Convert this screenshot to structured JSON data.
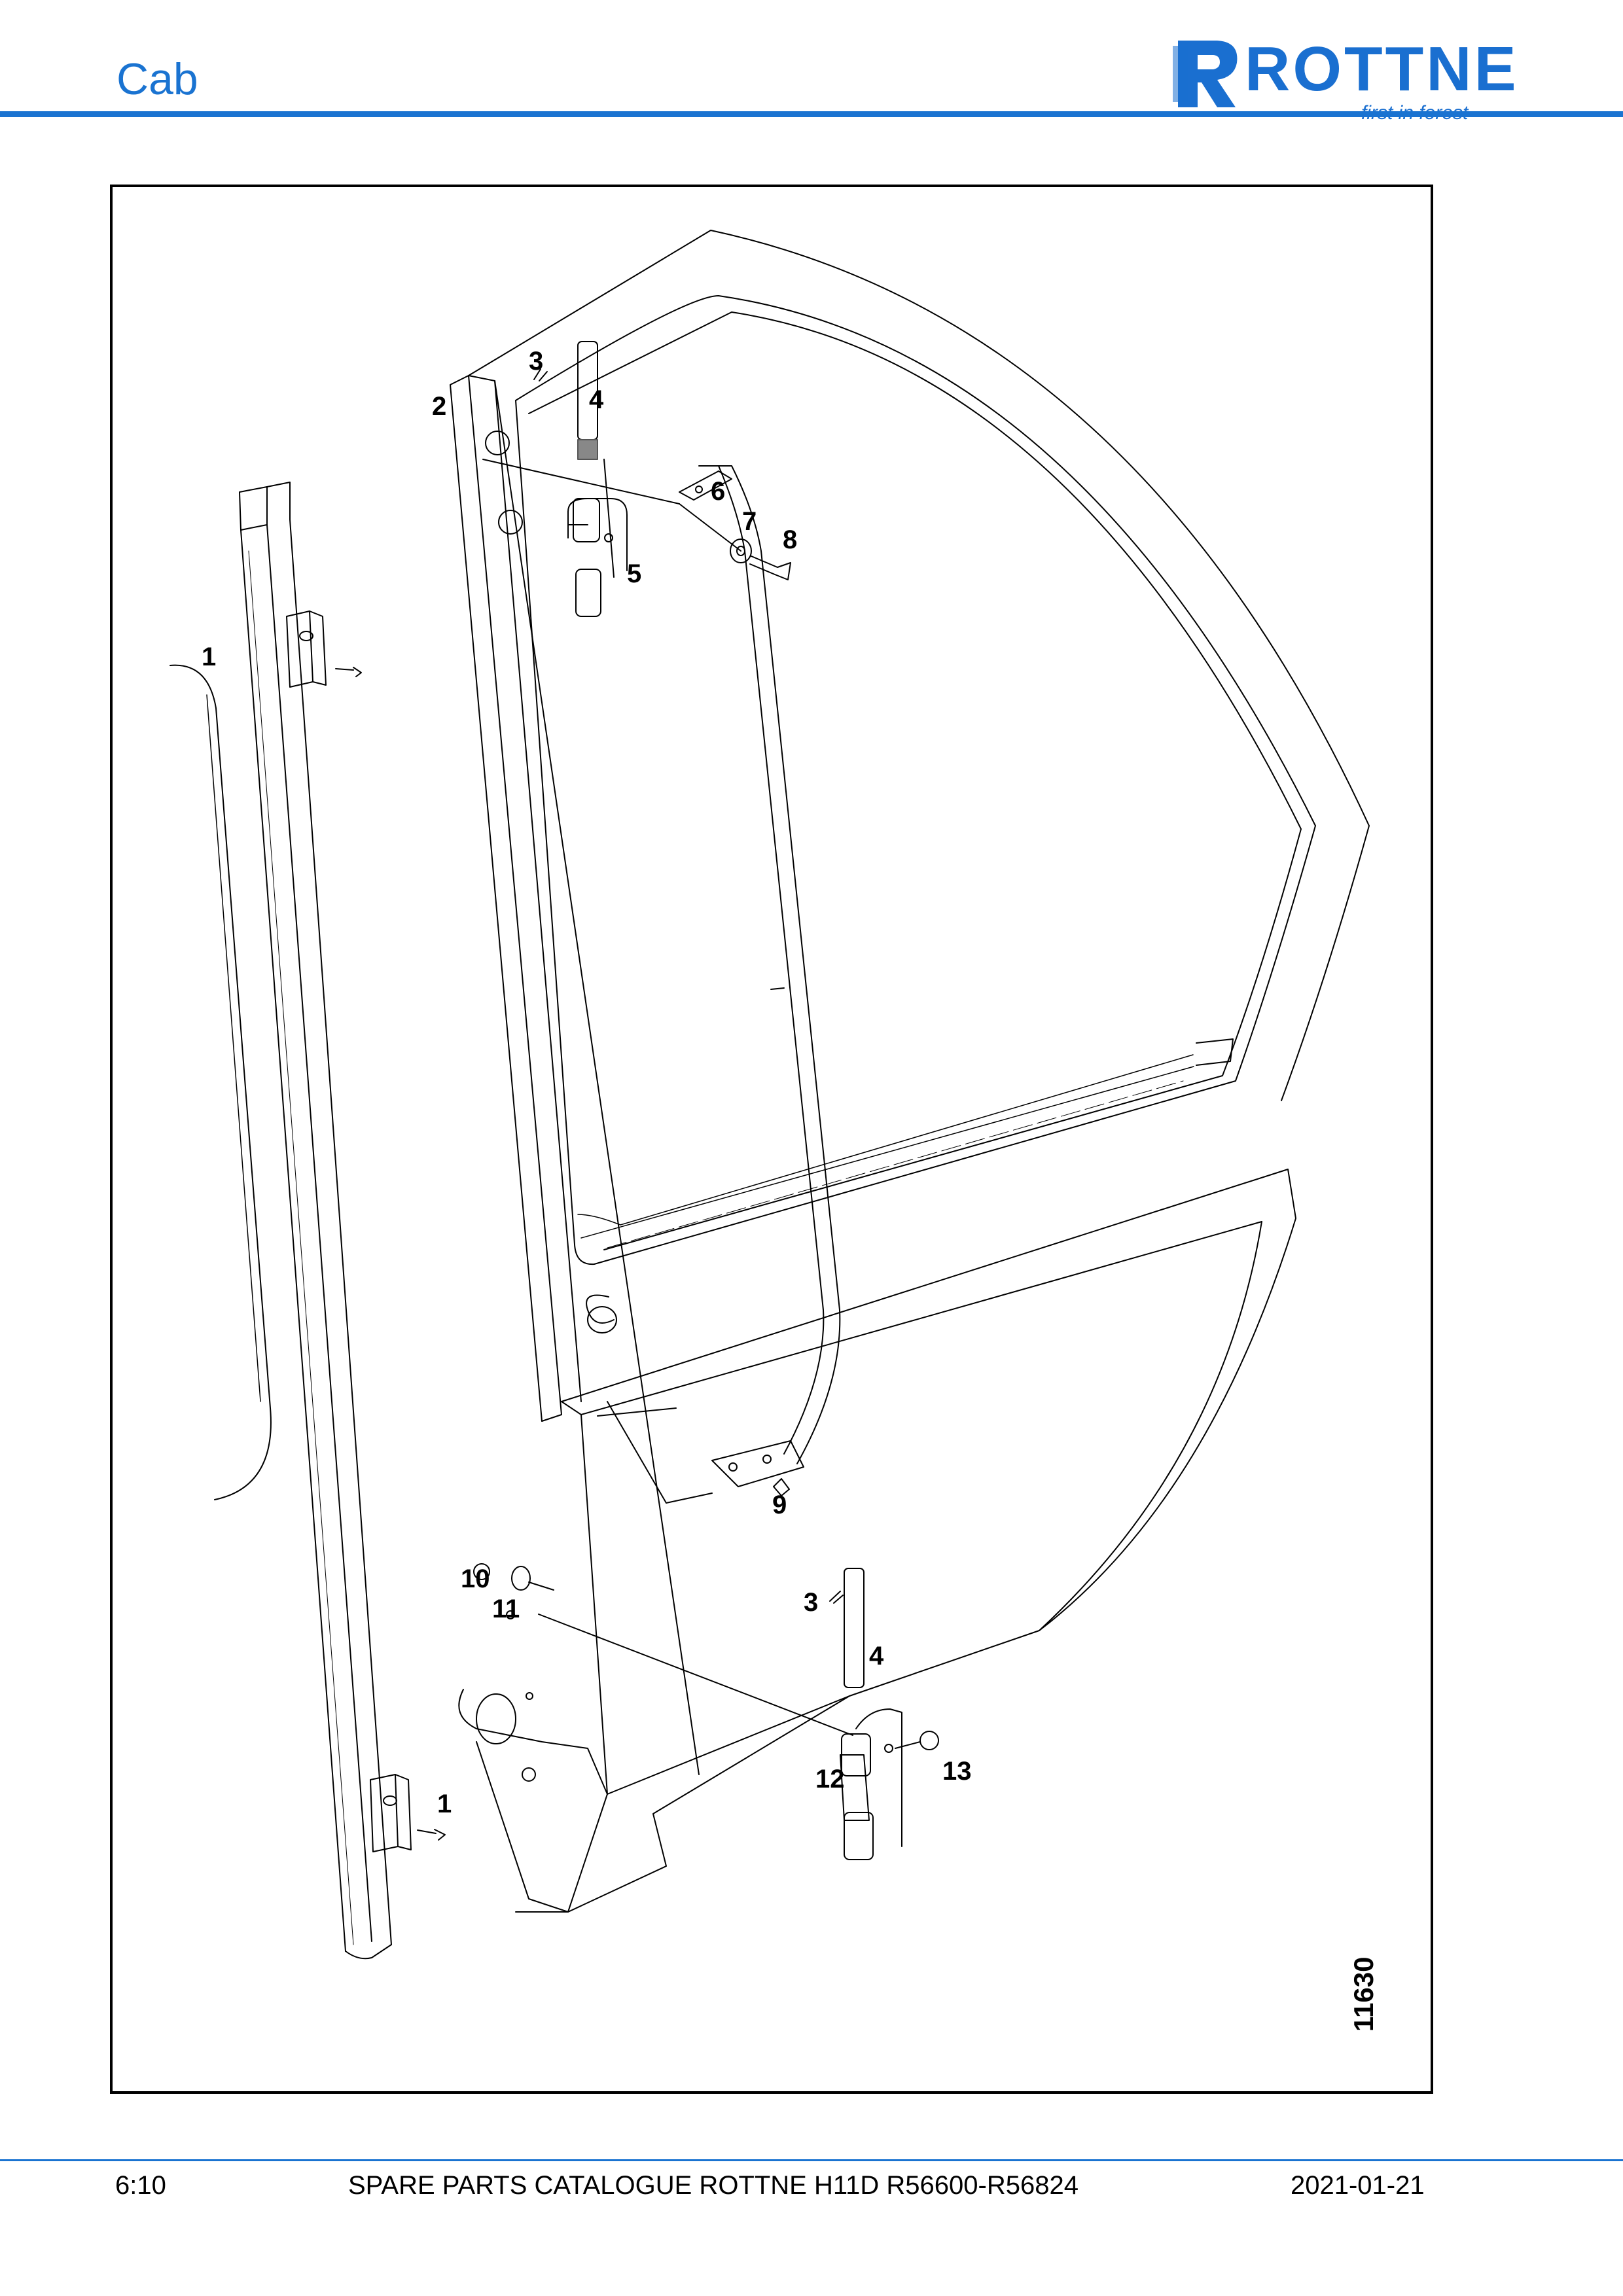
{
  "header": {
    "title": "Cab",
    "logo_text": "ROTTNE",
    "logo_tagline": "first in forest"
  },
  "drawing": {
    "drawing_number": "11630",
    "callouts": [
      "1",
      "2",
      "3",
      "4",
      "5",
      "6",
      "7",
      "8",
      "9",
      "10",
      "11",
      "3",
      "4",
      "12",
      "13",
      "1"
    ]
  },
  "footer": {
    "page": "6:10",
    "catalogue": "SPARE PARTS CATALOGUE ROTTNE H11D R56600-R56824",
    "date": "2021-01-21"
  },
  "colors": {
    "accent": "#1a73d1"
  }
}
